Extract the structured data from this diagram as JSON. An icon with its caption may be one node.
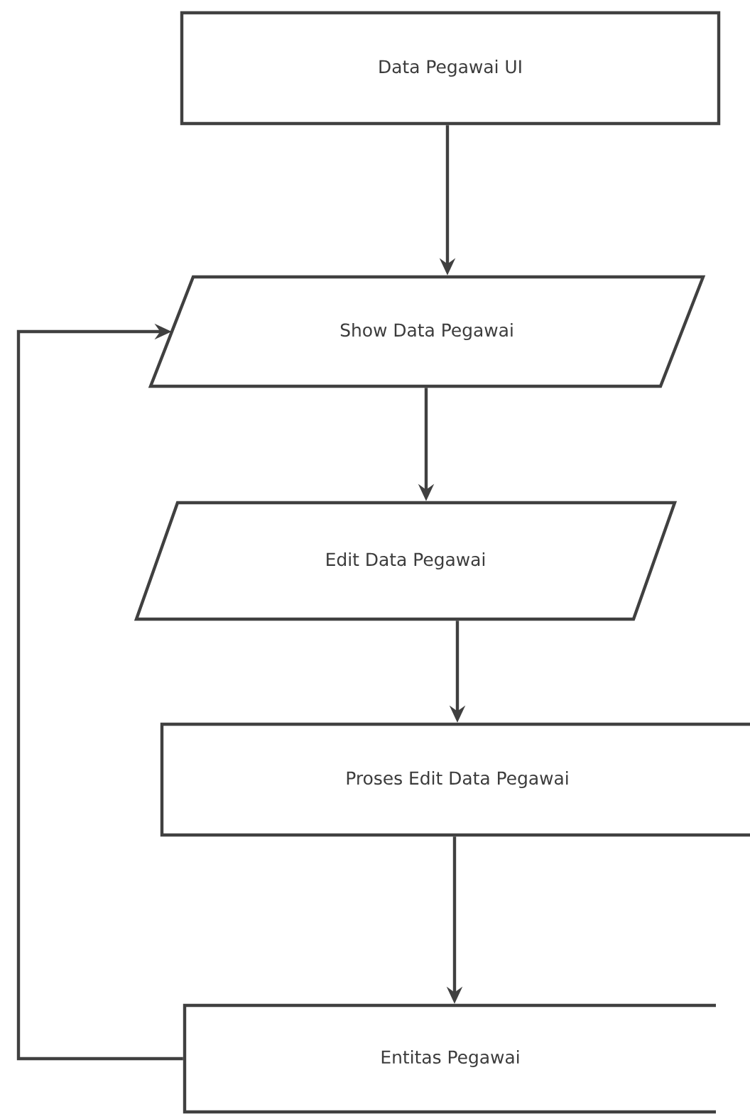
{
  "diagram": {
    "nodes": [
      {
        "text": [
          "Data Pegawai UI"
        ]
      },
      {
        "text": [
          "Show Data Pegawai"
        ]
      },
      {
        "text": [
          "Edit Data Pegawai"
        ]
      },
      {
        "text": [
          "Proses Edit Data Pegawai"
        ]
      },
      {
        "text": [
          "Entitas Pegawai"
        ]
      }
    ],
    "edges": [
      {
        "from": 0,
        "to": 1,
        "arrow": "to"
      },
      {
        "from": 1,
        "to": 2,
        "arrow": "to"
      },
      {
        "from": 2,
        "to": 3,
        "arrow": "to"
      },
      {
        "from": 3,
        "to": 4,
        "arrow": "to"
      },
      {
        "from": 4,
        "to": 1,
        "arrow": "to"
      }
    ]
  }
}
